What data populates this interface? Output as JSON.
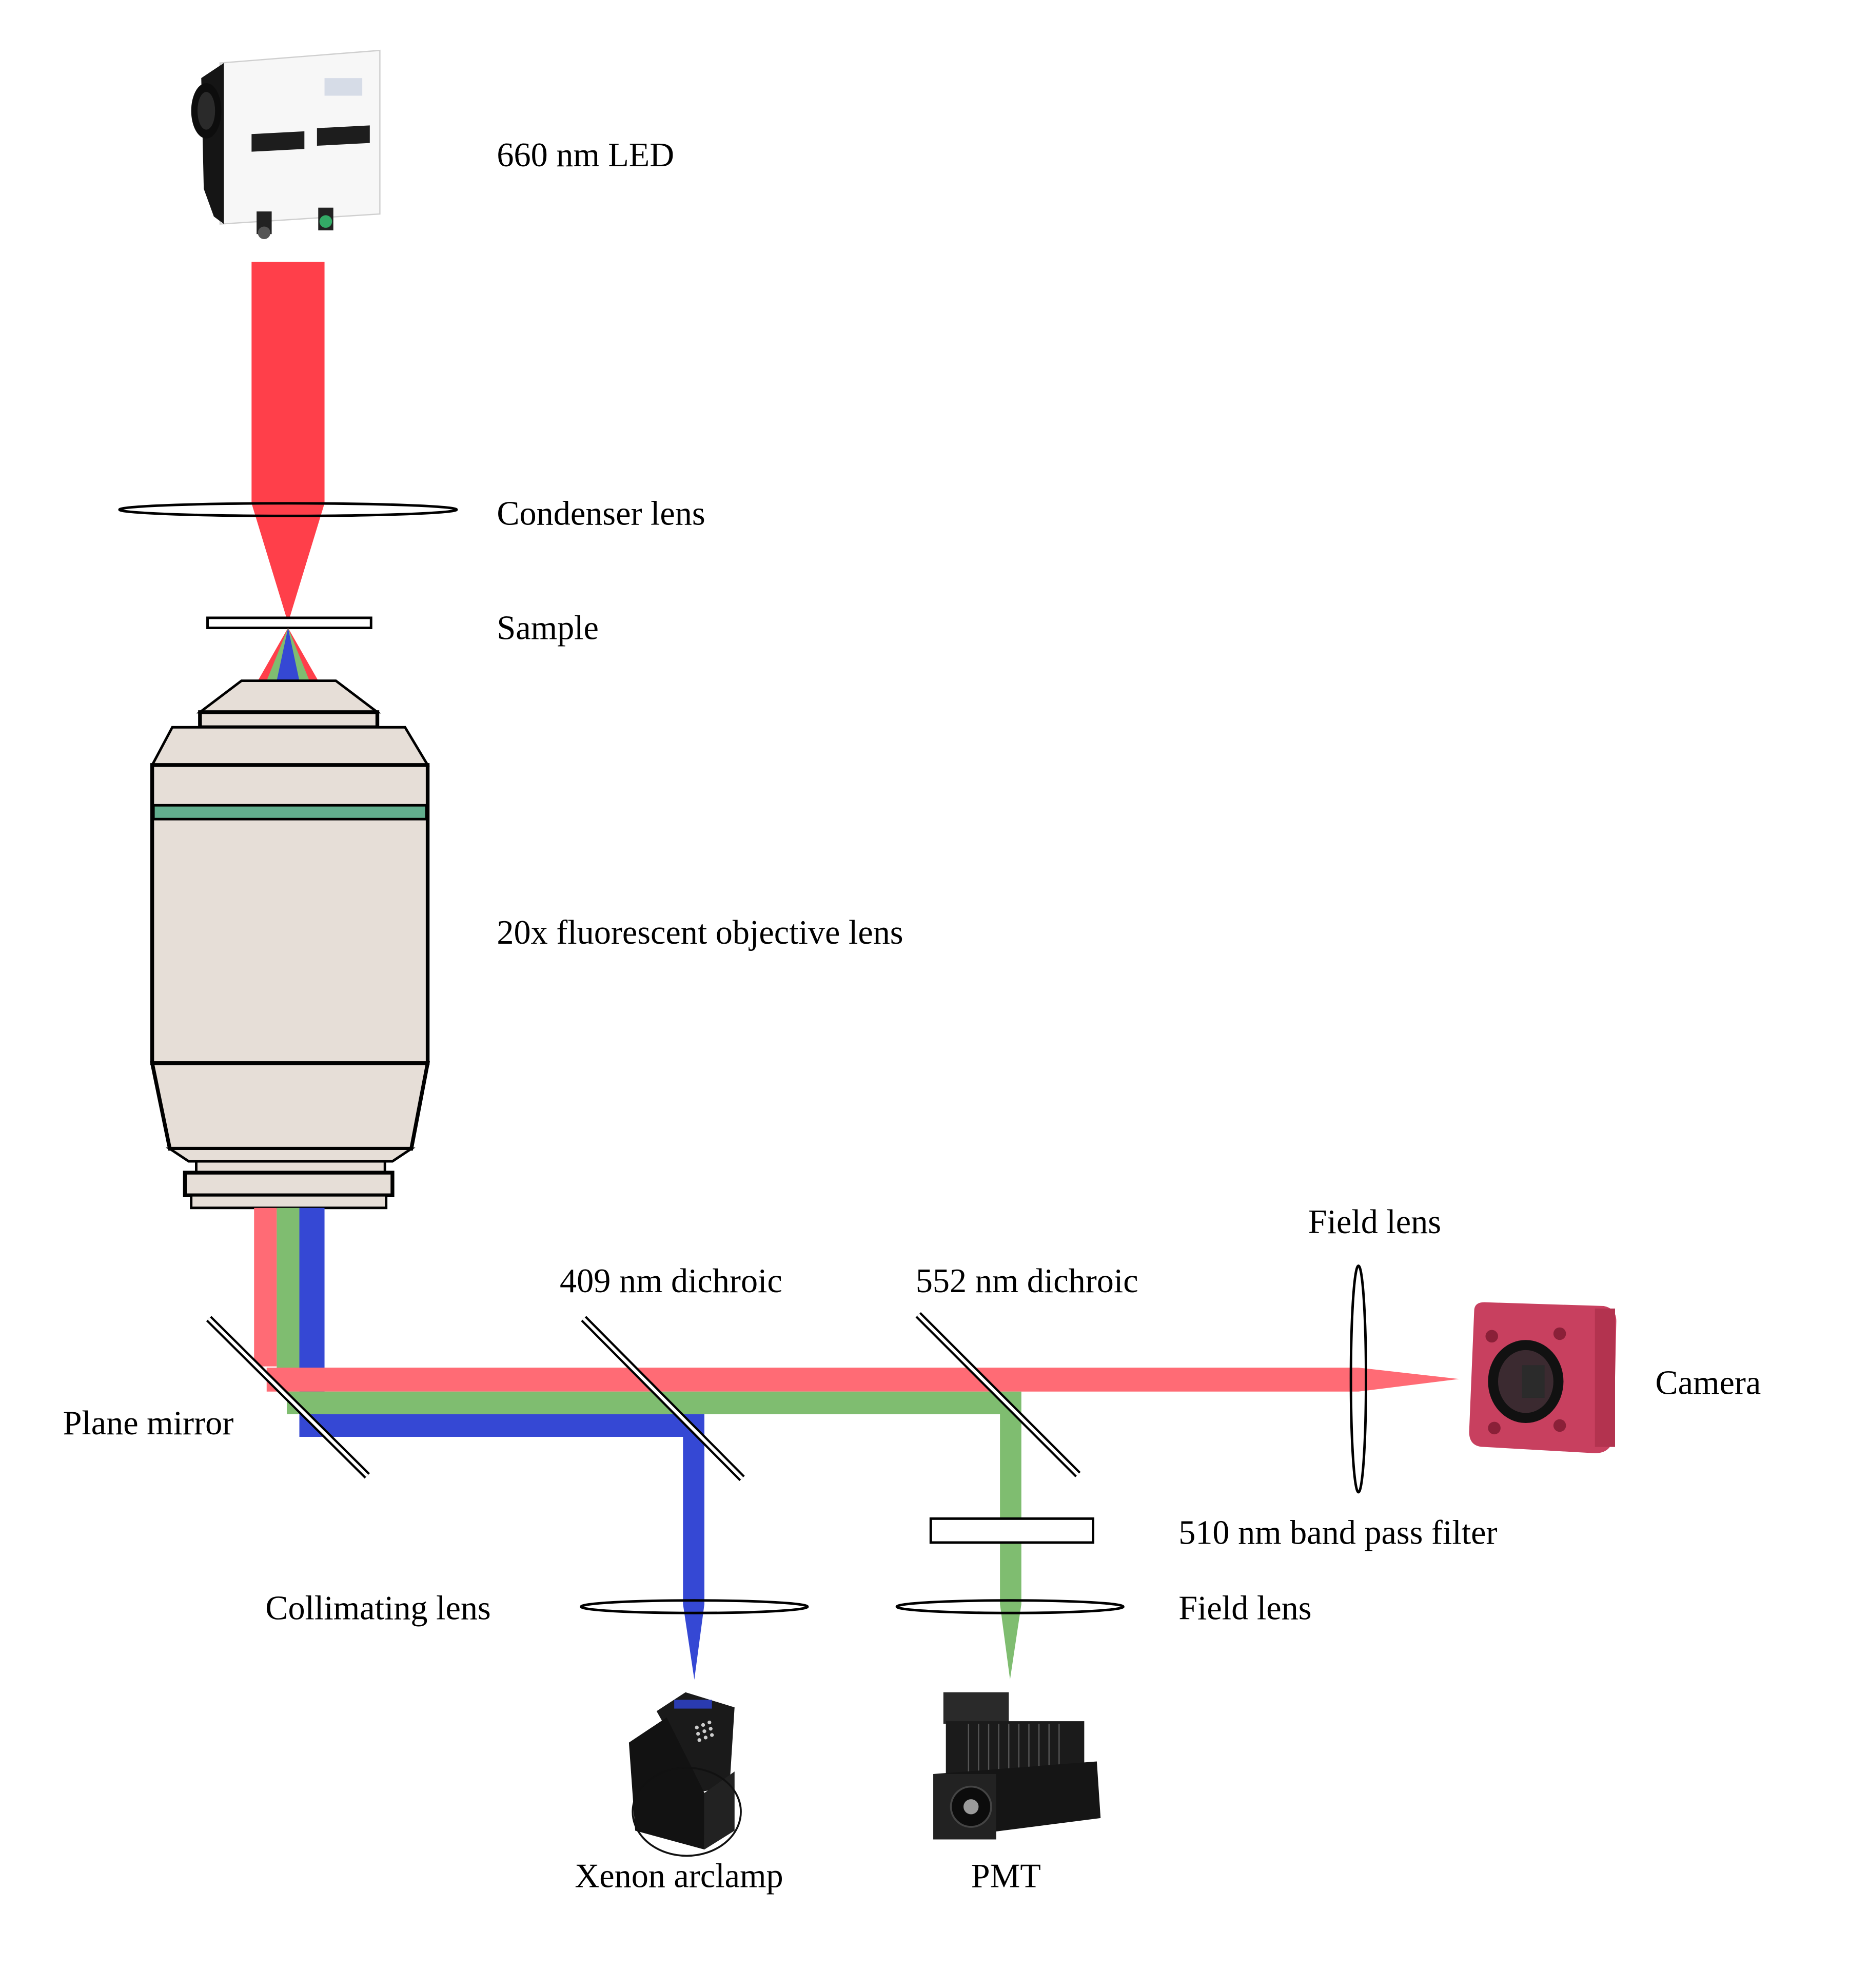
{
  "title": "Fluorescence microscope optical setup",
  "colors": {
    "red_beam": "#ff3f4a",
    "red_beam_emission": "#ff6b75",
    "green_beam": "#7fbd70",
    "blue_beam": "#3548d4",
    "objective_body": "#e6ded7",
    "objective_band": "#62ae8e",
    "camera_body": "#c8405f",
    "background": "#ffffff"
  },
  "labels": {
    "led": "660 nm LED",
    "condenser": "Condenser lens",
    "sample": "Sample",
    "objective": "20x fluorescent objective lens",
    "field_lens_camera": "Field lens",
    "dichroic_409": "409 nm dichroic",
    "dichroic_552": "552 nm dichroic",
    "camera": "Camera",
    "plane_mirror": "Plane mirror",
    "band_pass": "510 nm band pass filter",
    "collimating": "Collimating lens",
    "field_lens_pmt": "Field lens",
    "xenon": "Xenon arclamp",
    "pmt": "PMT"
  }
}
